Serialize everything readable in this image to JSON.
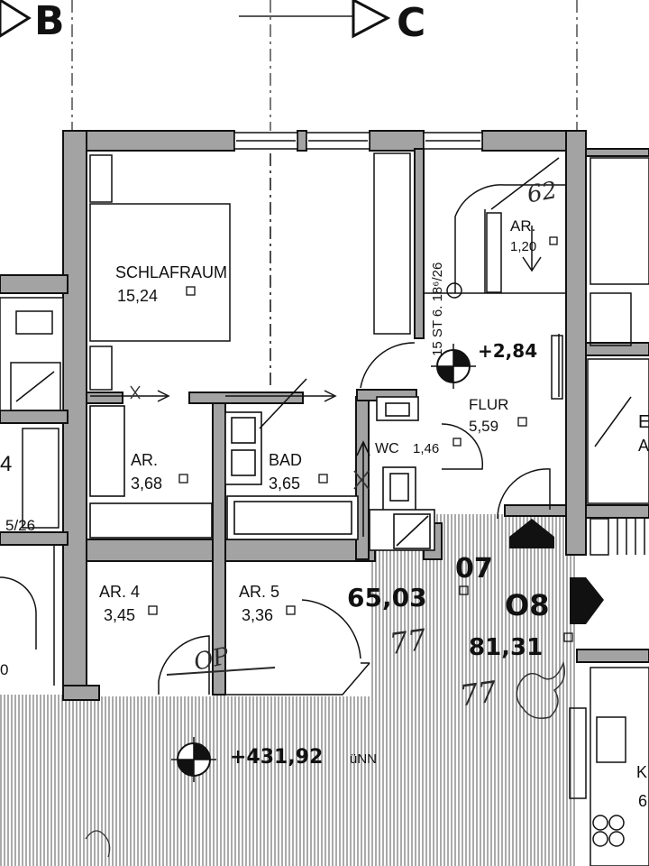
{
  "axis_markers": {
    "left": "B",
    "right": "C"
  },
  "rooms": {
    "schlafraum": {
      "name": "SCHLAFRAUM",
      "area": "15,24"
    },
    "ar_hall": {
      "name": "AR.",
      "area": "1,20"
    },
    "flur": {
      "name": "FLUR",
      "area": "5,59"
    },
    "wc": {
      "name": "WC",
      "area": "1,46"
    },
    "ar": {
      "name": "AR.",
      "area": "3,68"
    },
    "bad": {
      "name": "BAD",
      "area": "3,65"
    },
    "ar4": {
      "name": "AR. 4",
      "area": "3,45"
    },
    "ar5": {
      "name": "AR. 5",
      "area": "3,36"
    }
  },
  "stair_label": "15 ST 6. 18⁶/26",
  "level_mark_upper": "+2,84",
  "level_mark_lower": "+431,92",
  "level_unit": "üNN",
  "units": {
    "u07": {
      "number": "07",
      "area": "65,03"
    },
    "u08": {
      "number": "O8",
      "area": "81,31"
    }
  },
  "left_neighbor": {
    "number": "4",
    "stair": "5/26",
    "area_fragment": "0"
  },
  "right_neighbor": {
    "letter_a": "E",
    "letter_b": "A",
    "letter_c": "K",
    "number_fragment": "6"
  },
  "handwritten": {
    "note_upper": "62",
    "note_op": "OP",
    "note_77a": "77",
    "note_77b": "77"
  },
  "colors": {
    "ink": "#111111",
    "wall": "#9a9a9a",
    "hatch": "#888888",
    "paper": "#ffffff"
  }
}
